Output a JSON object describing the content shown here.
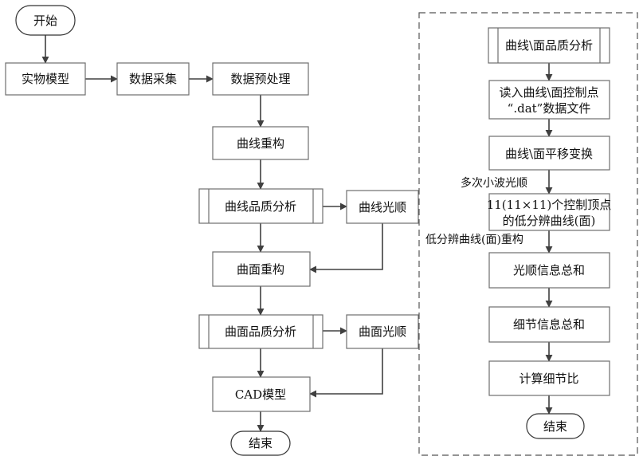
{
  "nodes": {
    "start": "开始",
    "physical_model": "实物模型",
    "data_collection": "数据采集",
    "preprocess": "数据预处理",
    "curve_recon": "曲线重构",
    "curve_quality": "曲线品质分析",
    "curve_fairing": "曲线光顺",
    "surface_recon": "曲面重构",
    "surface_quality": "曲面品质分析",
    "surface_fairing": "曲面光顺",
    "cad_model": "CAD模型",
    "end": "结束"
  },
  "detail": {
    "header": "曲线\\面品质分析",
    "read_line1": "读入曲线\\面控制点",
    "read_line2": "“.dat”数据文件",
    "translate": "曲线\\面平移变换",
    "wavelet_note": "多次小波光顺",
    "lowres_line1": "11(11×11)个控制顶点",
    "lowres_line2": "的低分辨曲线(面)",
    "lowres_note": "低分辨曲线(面)重构",
    "fairing_sum": "光顺信息总和",
    "detail_sum": "细节信息总和",
    "ratio": "计算细节比",
    "end": "结束"
  }
}
